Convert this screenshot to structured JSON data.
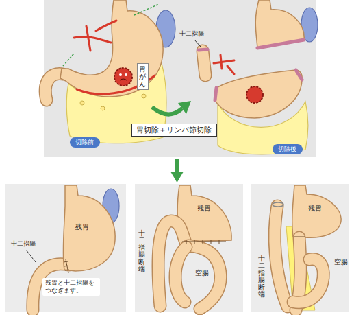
{
  "diagram": {
    "nodes": [
      {
        "text": [
          "胃がん"
        ]
      },
      {
        "text": [
          "切除前"
        ]
      },
      {
        "text": [
          "胃切除＋リンパ節切除"
        ]
      },
      {
        "text": [
          "切除後"
        ]
      },
      {
        "text": [
          "残胃と十二指腸をつなぎます。"
        ]
      }
    ],
    "labels": [
      "十二指腸",
      "残胃",
      "十二指腸",
      "残胃",
      "十二指腸断端",
      "空腸",
      "残胃",
      "空腸",
      "十二指腸断端"
    ]
  }
}
